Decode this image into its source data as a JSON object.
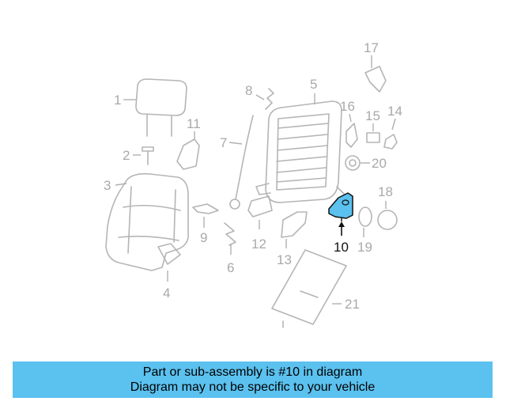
{
  "highlight_color": "#5bc1ef",
  "highlighted_part": "10",
  "callouts": {
    "c1": "1",
    "c2": "2",
    "c3": "3",
    "c4": "4",
    "c5": "5",
    "c6": "6",
    "c7": "7",
    "c8": "8",
    "c9": "9",
    "c10": "10",
    "c11": "11",
    "c12": "12",
    "c13": "13",
    "c14": "14",
    "c15": "15",
    "c16": "16",
    "c17": "17",
    "c18": "18",
    "c19": "19",
    "c20": "20",
    "c21": "21"
  },
  "banner": {
    "line1": "Part or sub-assembly is #10 in diagram",
    "line2": "Diagram may not be specific to your vehicle"
  }
}
